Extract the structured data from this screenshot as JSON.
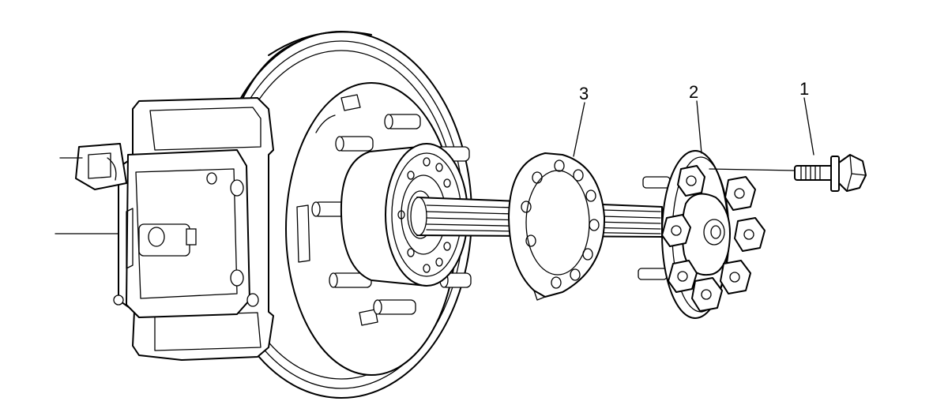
{
  "callouts": [
    {
      "id": "1",
      "label": "1",
      "part": "bolt"
    },
    {
      "id": "2",
      "label": "2",
      "part": "axle-shaft-flange"
    },
    {
      "id": "3",
      "label": "3",
      "part": "gasket"
    }
  ],
  "colors": {
    "ink": "#000000",
    "background": "#ffffff"
  }
}
